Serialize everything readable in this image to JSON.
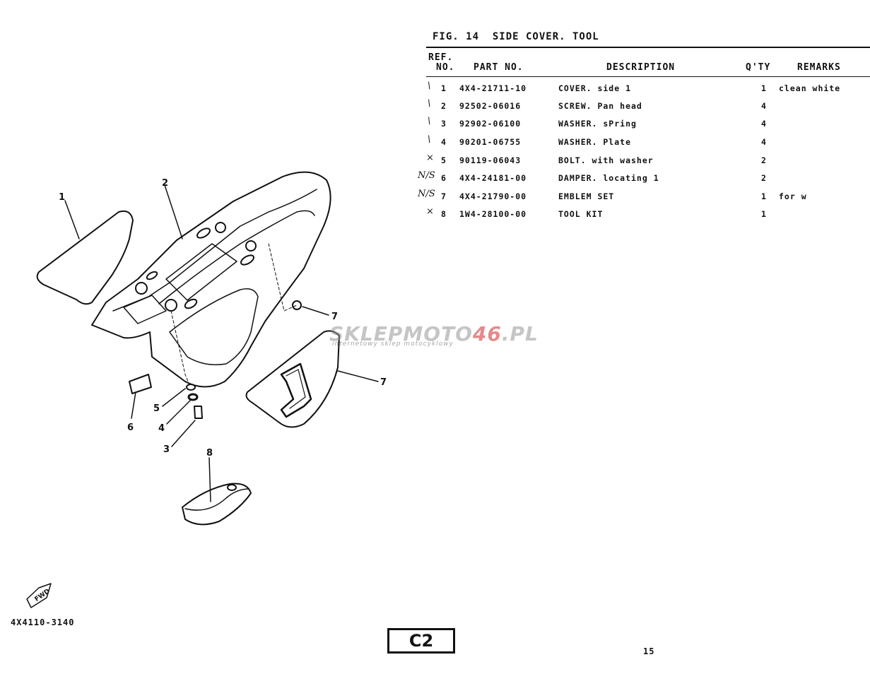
{
  "title": "FIG. 14  SIDE COVER. TOOL",
  "headers": {
    "ref_top": "REF.",
    "ref_bottom": "NO.",
    "part_no": "PART NO.",
    "description": "DESCRIPTION",
    "qty": "Q'TY",
    "remarks": "REMARKS"
  },
  "rows": [
    {
      "mark": "\\",
      "ref": "1",
      "part": "4X4-21711-10",
      "desc": "COVER. side 1",
      "qty": "1",
      "remarks": "clean white"
    },
    {
      "mark": "\\",
      "ref": "2",
      "part": "92502-06016",
      "desc": "SCREW. Pan head",
      "qty": "4",
      "remarks": ""
    },
    {
      "mark": "\\",
      "ref": "3",
      "part": "92902-06100",
      "desc": "WASHER. sPring",
      "qty": "4",
      "remarks": ""
    },
    {
      "mark": "\\",
      "ref": "4",
      "part": "90201-06755",
      "desc": "WASHER. Plate",
      "qty": "4",
      "remarks": ""
    },
    {
      "mark": "×",
      "ref": "5",
      "part": "90119-06043",
      "desc": "BOLT. with washer",
      "qty": "2",
      "remarks": ""
    },
    {
      "mark": "N/S",
      "ref": "6",
      "part": "4X4-24181-00",
      "desc": "DAMPER. locating 1",
      "qty": "2",
      "remarks": ""
    },
    {
      "mark": "N/S",
      "ref": "7",
      "part": "4X4-21790-00",
      "desc": "EMBLEM SET",
      "qty": "1",
      "remarks": "for w"
    },
    {
      "mark": "×",
      "ref": "8",
      "part": "1W4-28100-00",
      "desc": "TOOL KIT",
      "qty": "1",
      "remarks": ""
    }
  ],
  "callouts": [
    "1",
    "2",
    "3",
    "4",
    "5",
    "6",
    "7",
    "7",
    "8"
  ],
  "fwd_label": "FWD",
  "figure_code": "4X4110-3140",
  "section_code": "C2",
  "page_number": "15",
  "watermark": {
    "text_a": "SKLEPMOTO",
    "text_b": "46",
    "text_c": ".PL",
    "subtitle": "internetowy sklep motocyklowy"
  },
  "colors": {
    "ink": "#111111",
    "watermark_accent": "#d23c3c",
    "watermark_gray": "#969696"
  }
}
